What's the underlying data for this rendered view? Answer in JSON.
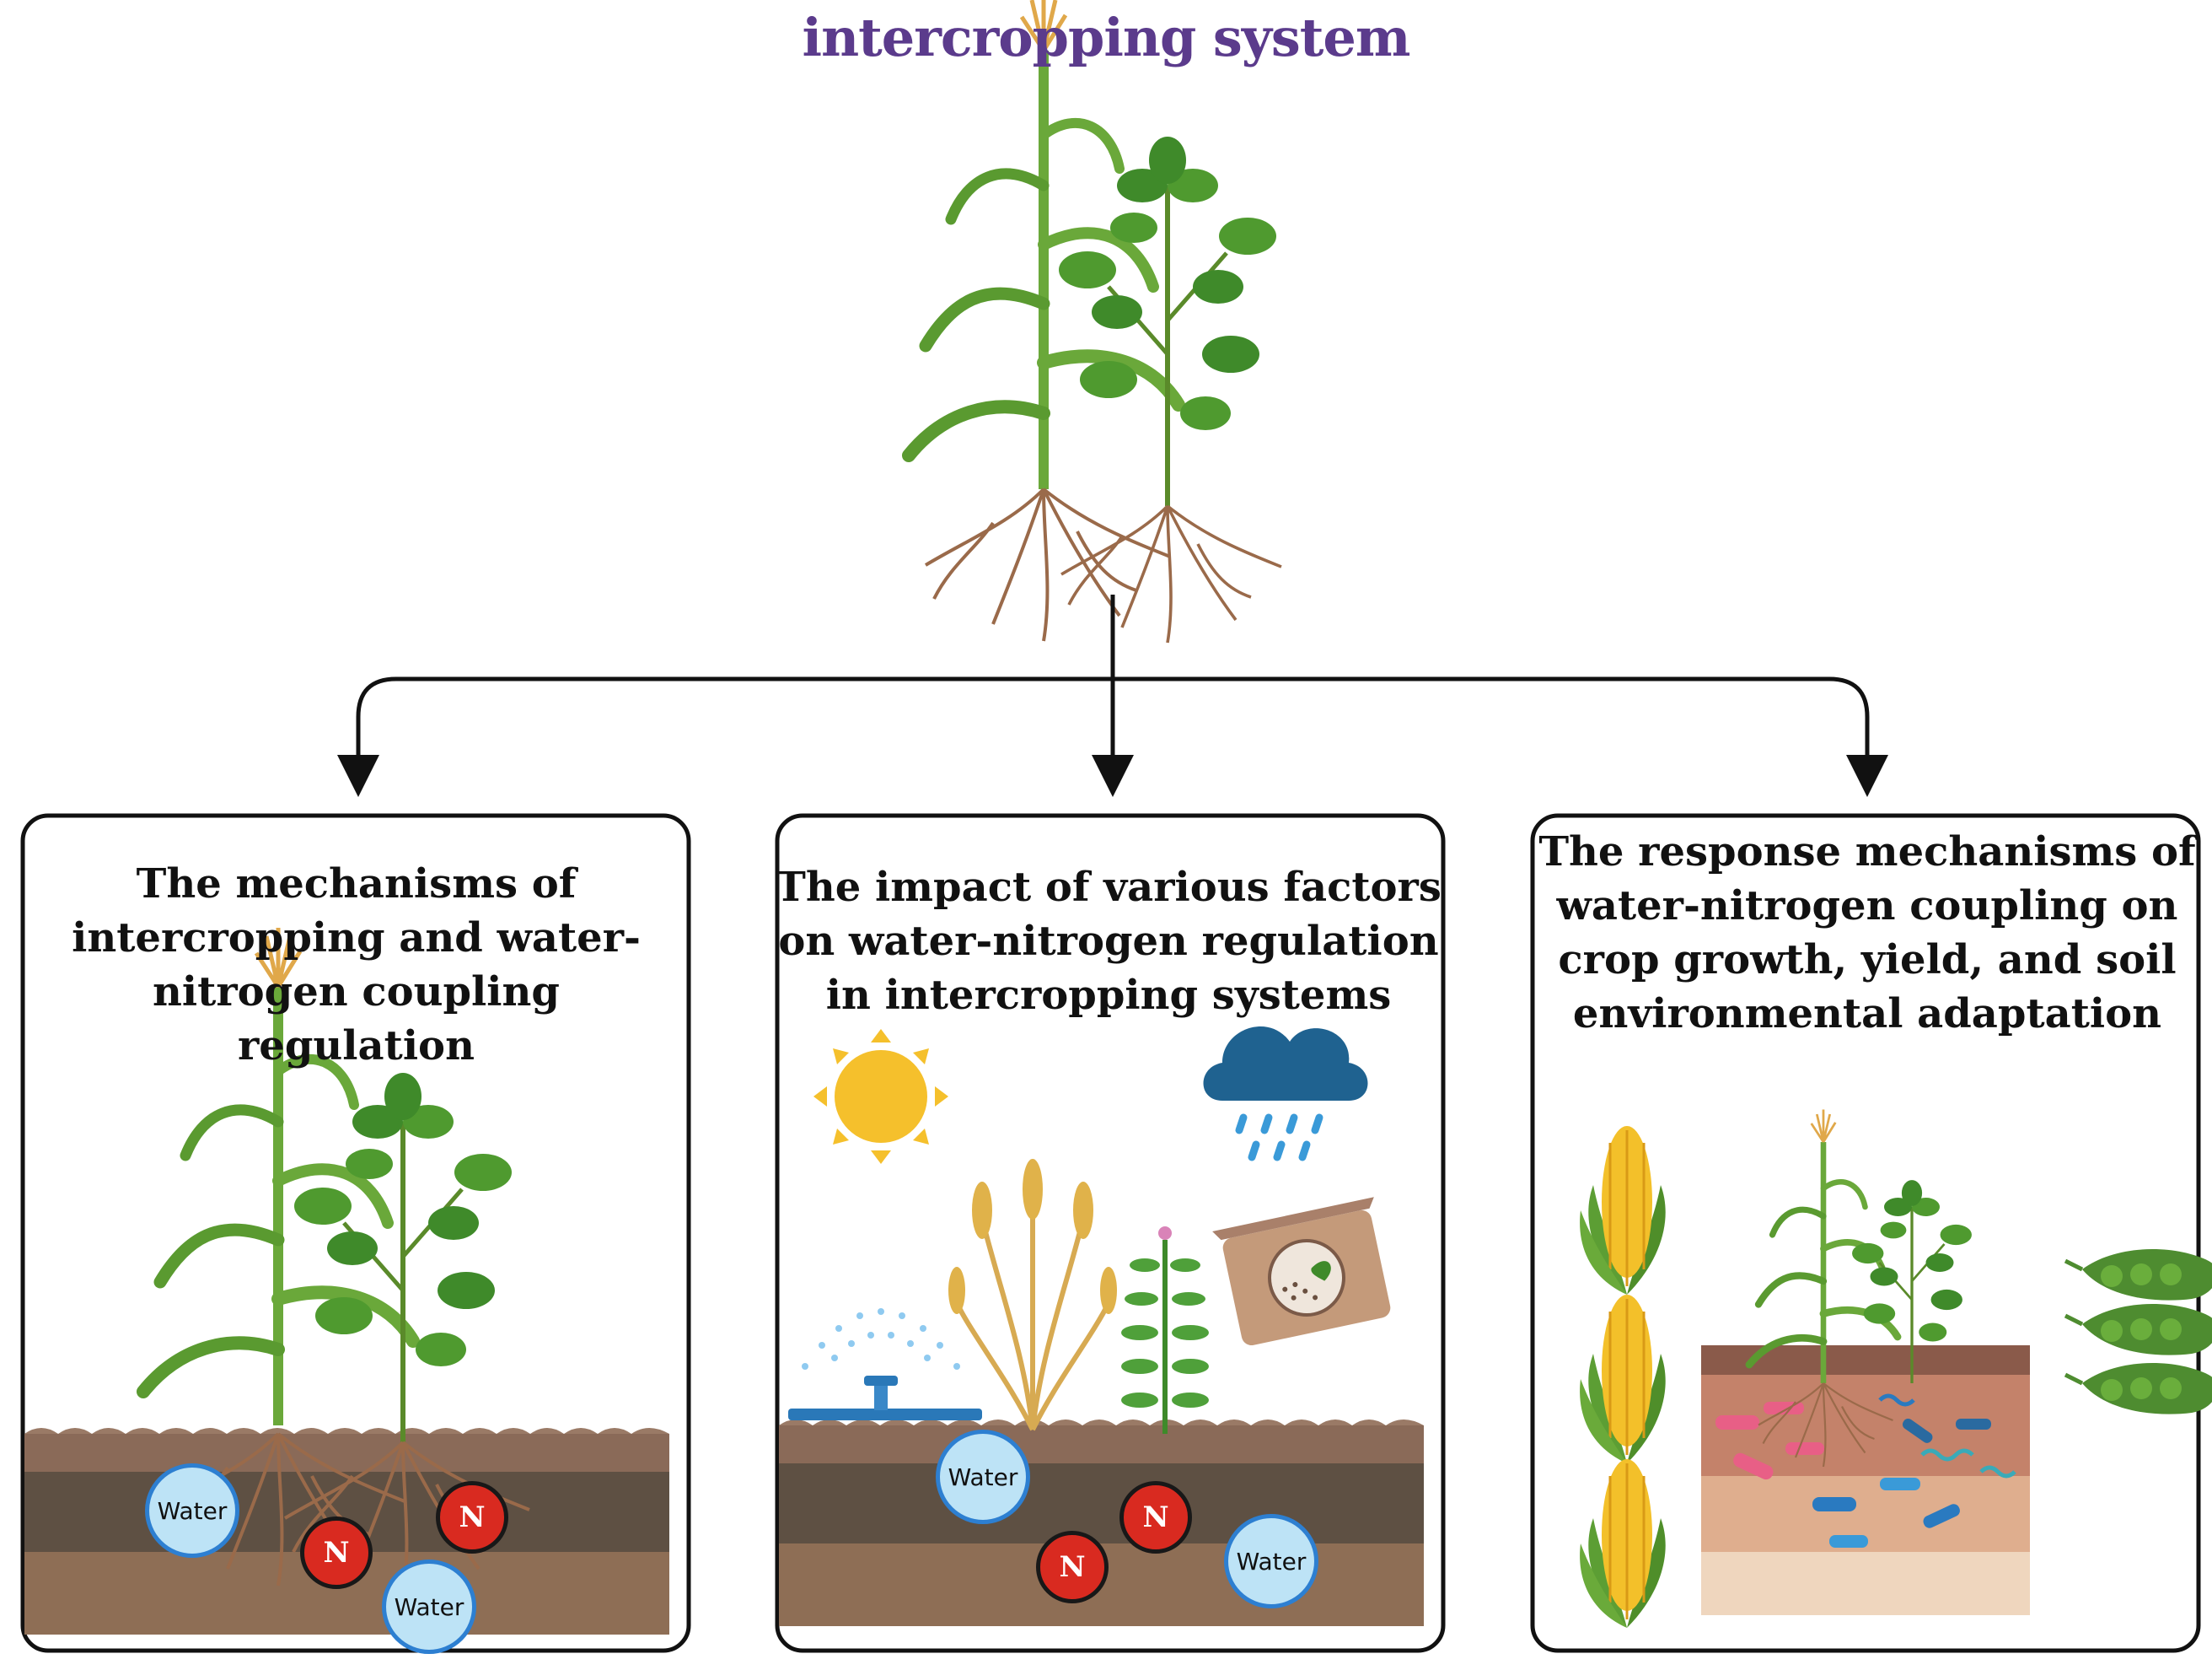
{
  "title": "intercropping system",
  "colors": {
    "title": "#5b3b8c",
    "soil_top": "#8a6a58",
    "soil_dark": "#5e5043",
    "soil_light": "#8e6e55",
    "leaf": "#4f9a2f",
    "water_fill": "#bde3f6",
    "water_border": "#2d7fd1",
    "nitrogen_fill": "#d92a20"
  },
  "panels": [
    {
      "title": "The mechanisms of intercropping and water-nitrogen coupling regulation",
      "water_label": "Water",
      "nitrogen_label": "N"
    },
    {
      "title": "The impact of various factors on water-nitrogen regulation in intercropping systems",
      "water_label": "Water",
      "nitrogen_label": "N"
    },
    {
      "title": "The response mechanisms of water-nitrogen coupling on crop growth, yield, and soil environmental adaptation"
    }
  ]
}
